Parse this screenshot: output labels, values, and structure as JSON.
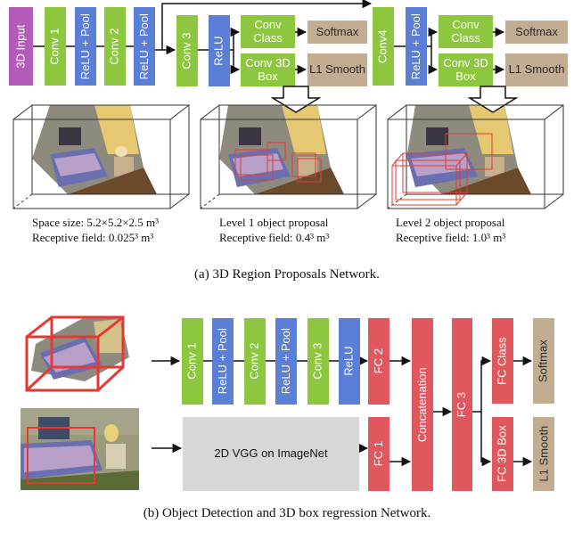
{
  "rpn": {
    "blocks": {
      "input": "3D Input",
      "conv1": "Conv 1",
      "relupool1": "ReLU + Pool",
      "conv2": "Conv 2",
      "relupool2": "ReLU + Pool",
      "conv3": "Conv 3",
      "relu": "ReLU",
      "conv_class_l1": "Conv Class",
      "softmax_l1": "Softmax",
      "conv_box_l1": "Conv 3D Box",
      "l1smooth_l1": "L1 Smooth",
      "conv4": "Conv4",
      "relupool3": "ReLU + Pool",
      "conv_class_l2": "Conv Class",
      "softmax_l2": "Softmax",
      "conv_box_l2": "Conv 3D Box",
      "l1smooth_l2": "L1 Smooth"
    },
    "captions": {
      "c1_line1": "Space size: 5.2×5.2×2.5 m³",
      "c1_line2": "Receptive field: 0.025³ m³",
      "c2_line1": "Level 1 object proposal",
      "c2_line2": "Receptive field: 0.4³ m³",
      "c3_line1": "Level 2 object proposal",
      "c3_line2": "Receptive field: 1.0³ m³"
    },
    "title": "(a) 3D Region Proposals Network."
  },
  "det": {
    "blocks": {
      "conv1": "Conv 1",
      "relupool1": "ReLU + Pool",
      "conv2": "Conv 2",
      "relupool2": "ReLU + Pool",
      "conv3": "Conv 3",
      "relu": "ReLU",
      "fc2": "FC 2",
      "vgg": "2D VGG on ImageNet",
      "fc1": "FC 1",
      "concat": "Concatenation",
      "fc3": "FC 3",
      "fc_class": "FC Class",
      "softmax": "Softmax",
      "fc_box": "FC 3D Box",
      "l1smooth": "L1 Smooth"
    },
    "title": "(b) Object Detection and 3D box regression Network."
  },
  "colors": {
    "conv": "#8dc63f",
    "relu": "#5b7ed6",
    "input": "#b45ab9",
    "fc": "#e0585d",
    "loss": "#c2ac92",
    "vgg": "#d7d7d7",
    "proposal": "#e53935"
  }
}
